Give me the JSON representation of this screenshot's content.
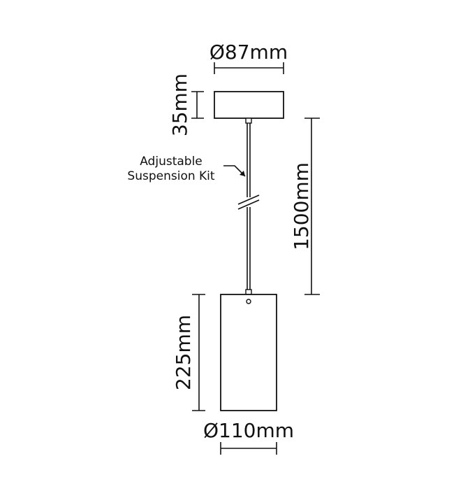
{
  "dimensions": {
    "canopy_diameter": "Ø87mm",
    "canopy_height": "35mm",
    "suspension_length": "1500mm",
    "body_height": "225mm",
    "body_diameter": "Ø110mm"
  },
  "labels": {
    "suspension_line1": "Adjustable",
    "suspension_line2": "Suspension Kit"
  },
  "colors": {
    "ink": "#111111",
    "background": "#ffffff"
  }
}
